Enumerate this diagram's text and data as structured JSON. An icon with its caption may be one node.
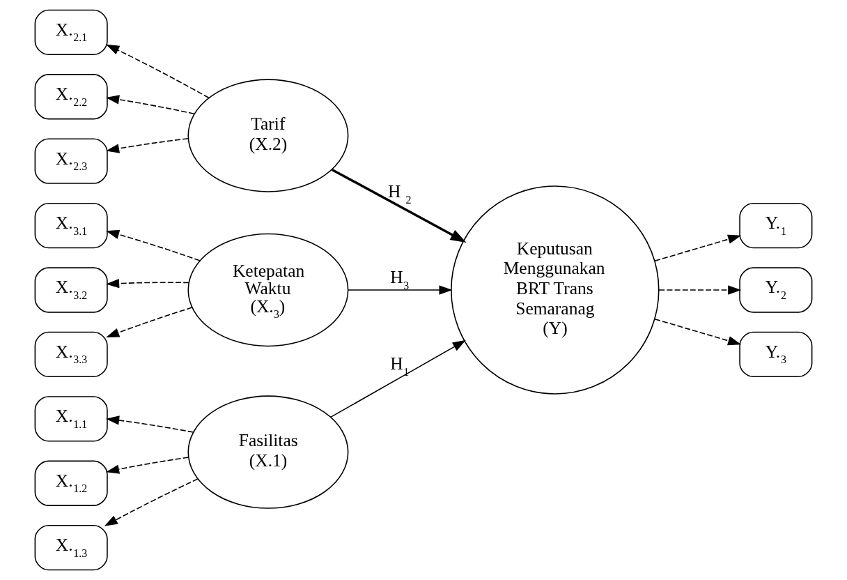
{
  "diagram": {
    "nodes": [
      {
        "text": [
          "Fasilitas (X.1)"
        ]
      },
      {
        "text": [
          "X.$_{1.1}$"
        ]
      },
      {
        "text": [
          "X.$_{1.2}$"
        ]
      },
      {
        "text": [
          "X.$_{1.3}$"
        ]
      },
      {
        "text": [
          "Tarif (X.2)"
        ]
      },
      {
        "text": [
          "X.$_{2.1}$"
        ]
      },
      {
        "text": [
          "X.$_{2.2}$"
        ]
      },
      {
        "text": [
          "X.$_{2.3}$"
        ]
      },
      {
        "text": [
          "Ketepatan Waktu (X.$_{3}$)"
        ]
      },
      {
        "text": [
          "X.$_{3.1}$"
        ]
      },
      {
        "text": [
          "X.$_{3.2}$"
        ]
      },
      {
        "text": [
          "X.$_{3.3}$"
        ]
      },
      {
        "text": [
          "Keputusan Menggunakan BRT Trans Semaranag (Y)"
        ]
      },
      {
        "text": [
          "Y.$_{1}$"
        ]
      },
      {
        "text": [
          "Y.$_{2}$"
        ]
      },
      {
        "text": [
          "Y.$_{3}$"
        ]
      }
    ],
    "edges": [
      {
        "from": 0,
        "to": 1,
        "arrow": "to",
        "style": "dashed"
      },
      {
        "from": 0,
        "to": 2,
        "arrow": "to",
        "style": "dashed"
      },
      {
        "from": 0,
        "to": 3,
        "arrow": "to",
        "style": "dashed"
      },
      {
        "from": 4,
        "to": 5,
        "arrow": "to",
        "style": "dashed"
      },
      {
        "from": 4,
        "to": 6,
        "arrow": "to",
        "style": "dashed"
      },
      {
        "from": 4,
        "to": 7,
        "arrow": "to",
        "style": "dashed"
      },
      {
        "from": 8,
        "to": 9,
        "arrow": "to",
        "style": "dashed"
      },
      {
        "from": 8,
        "to": 10,
        "arrow": "to",
        "style": "dashed"
      },
      {
        "from": 8,
        "to": 11,
        "arrow": "to",
        "style": "dashed"
      },
      {
        "from": 0,
        "to": 12,
        "arrow": "to",
        "label": "H$_{1}$"
      },
      {
        "from": 4,
        "to": 12,
        "arrow": "to",
        "label": "H $_{2}$",
        "style": "thick"
      },
      {
        "from": 8,
        "to": 12,
        "arrow": "to",
        "label": "H$_{3}$"
      },
      {
        "from": 12,
        "to": 13,
        "arrow": "to",
        "style": "dashed"
      },
      {
        "from": 12,
        "to": 14,
        "arrow": "to",
        "style": "dashed"
      },
      {
        "from": 12,
        "to": 15,
        "arrow": "to",
        "style": "dashed"
      }
    ]
  }
}
